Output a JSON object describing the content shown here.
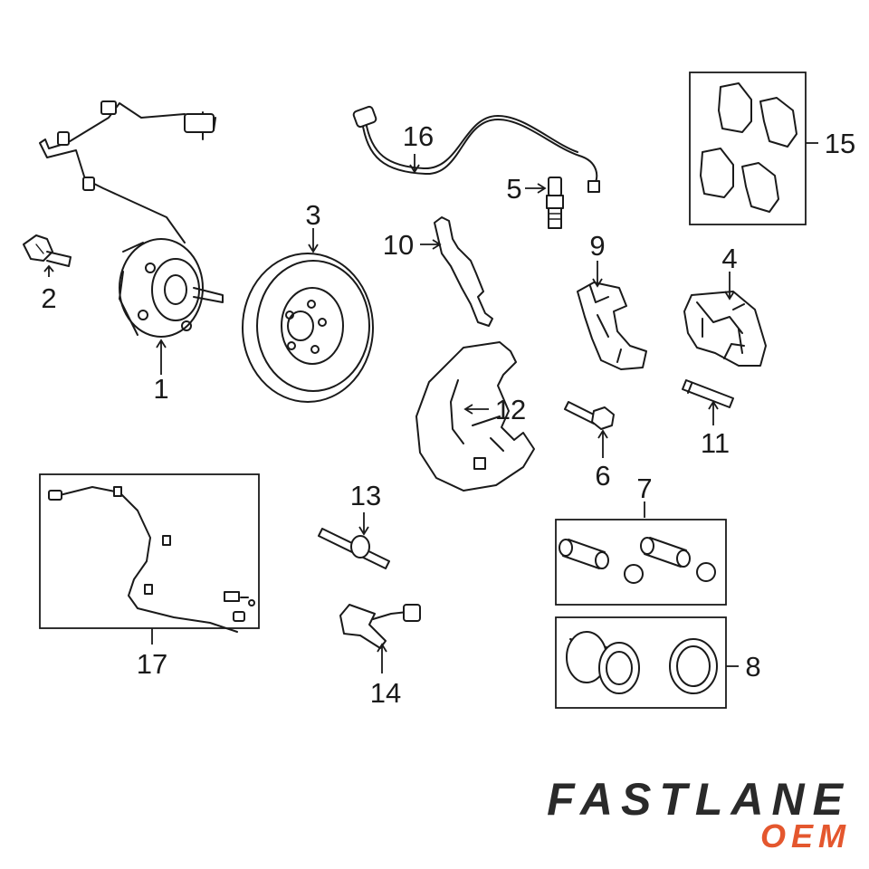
{
  "callouts": {
    "c1": "1",
    "c2": "2",
    "c3": "3",
    "c4": "4",
    "c5": "5",
    "c6": "6",
    "c7": "7",
    "c8": "8",
    "c9": "9",
    "c10": "10",
    "c11": "11",
    "c12": "12",
    "c13": "13",
    "c14": "14",
    "c15": "15",
    "c16": "16",
    "c17": "17"
  },
  "logo": {
    "word": "FASTLANE",
    "sub": "OEM",
    "sub_color": "#e4572e",
    "word_color": "#2a2a2a"
  }
}
